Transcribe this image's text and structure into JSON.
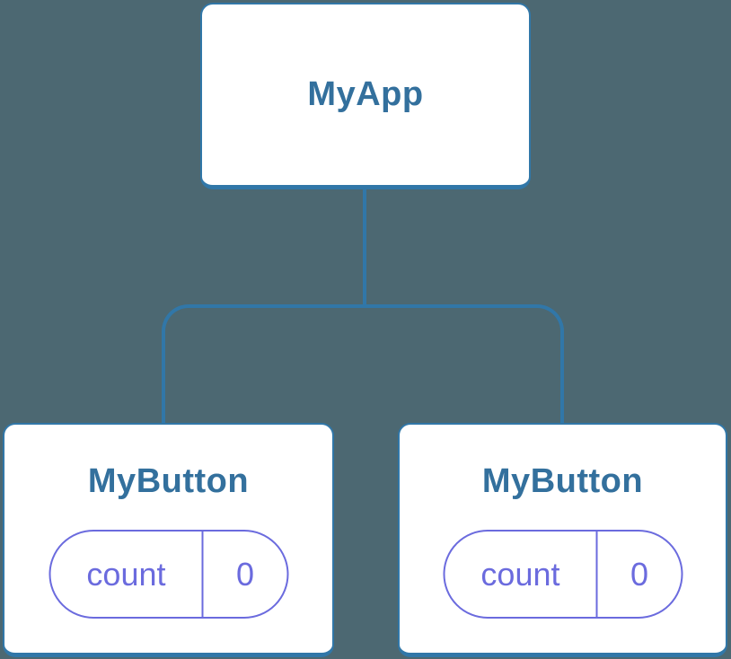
{
  "diagram": {
    "type": "component-tree",
    "colors": {
      "background": "#4C6872",
      "card_background": "#FFFFFF",
      "card_border_blue": "#3177A8",
      "connector_blue": "#3177A8",
      "title_text_blue": "#33709D",
      "state_purple": "#6B6BDE"
    },
    "root": {
      "label": "MyApp"
    },
    "children": [
      {
        "label": "MyButton",
        "state_key": "count",
        "state_value": "0"
      },
      {
        "label": "MyButton",
        "state_key": "count",
        "state_value": "0"
      }
    ]
  }
}
